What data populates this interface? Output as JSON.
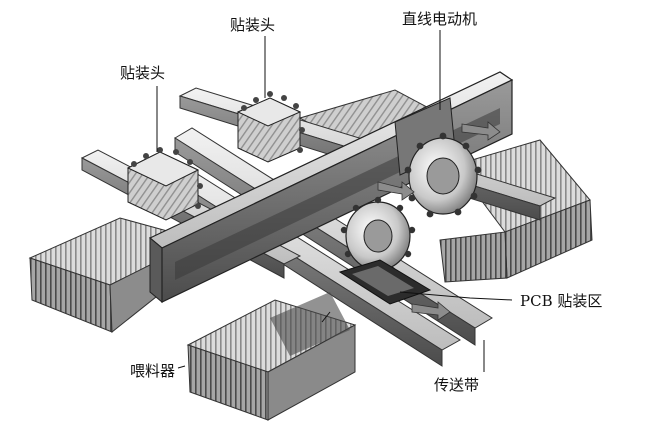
{
  "labels": {
    "head_top": "贴装头",
    "head_left": "贴装头",
    "linear_motor": "直线电动机",
    "pcb_area": "PCB 贴装区",
    "feeder": "喂料器",
    "conveyor": "传送带"
  },
  "colors": {
    "ink": "#111111",
    "metal_light": "#e2e2e2",
    "metal_mid": "#b4b4b4",
    "metal_dark": "#6e6e6e"
  },
  "icons": {
    "arrow": "flow-arrow-icon"
  }
}
